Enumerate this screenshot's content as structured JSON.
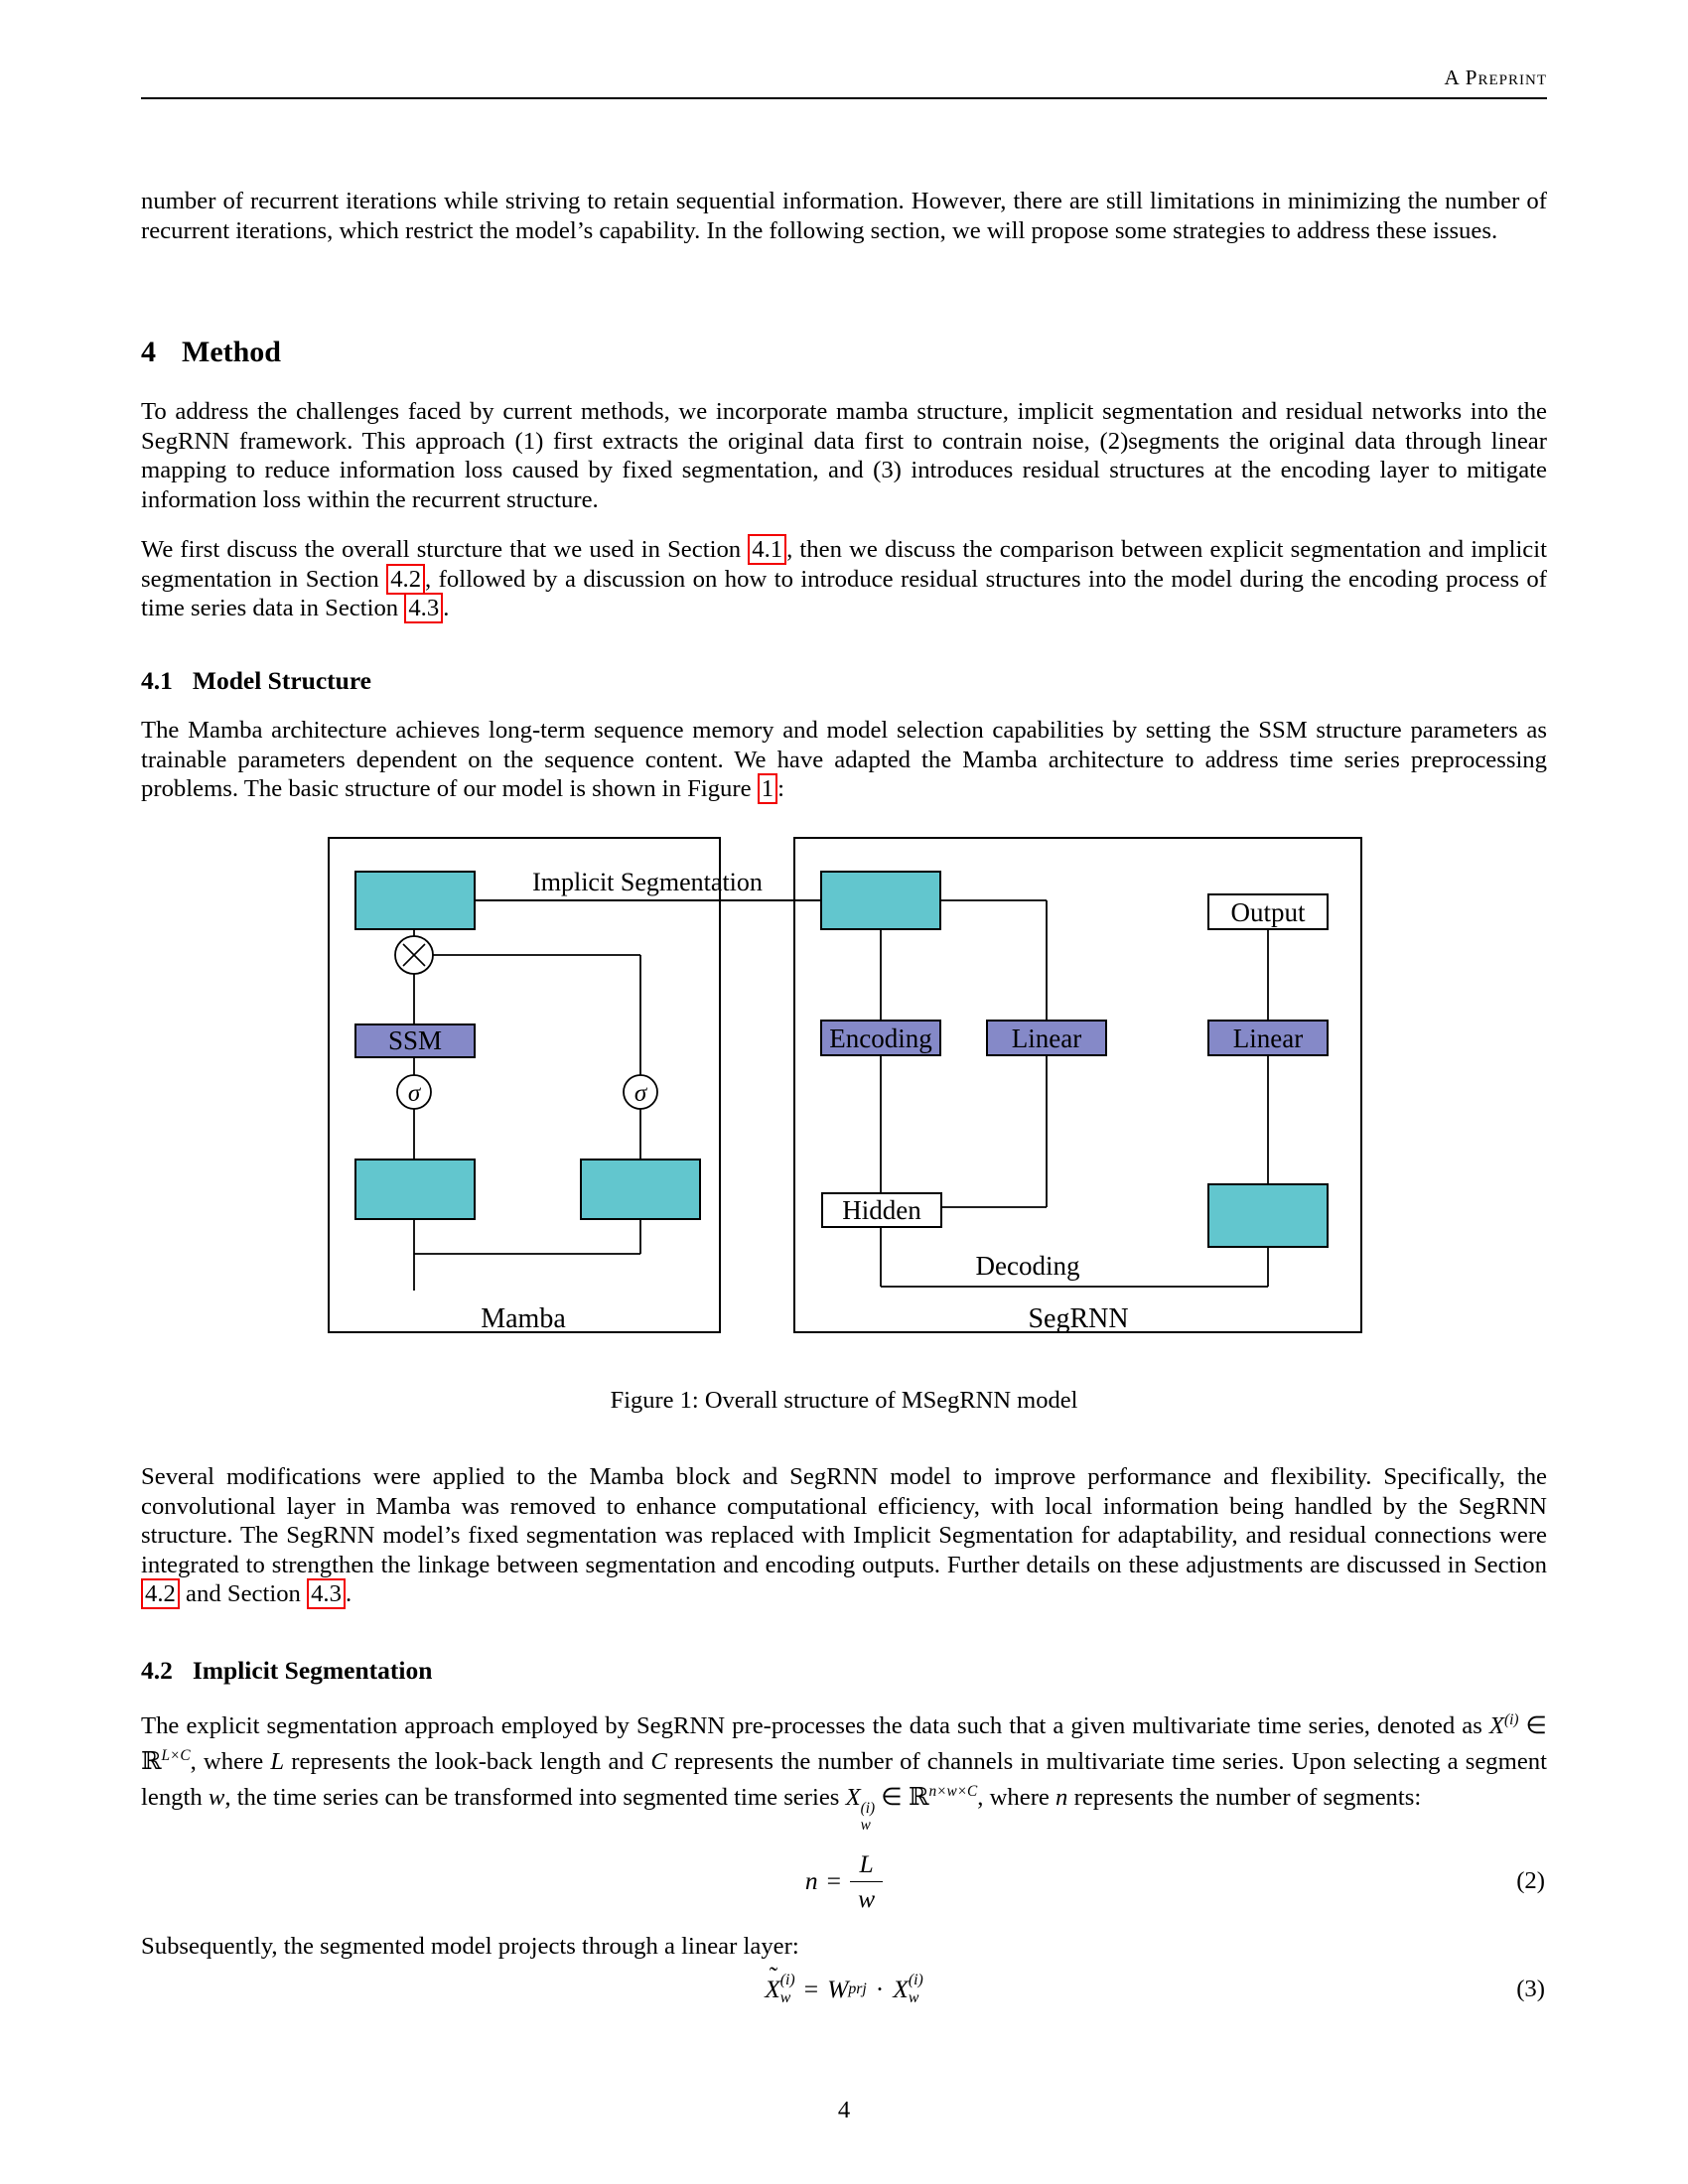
{
  "header": {
    "preprint_label": "A Preprint",
    "page_number": "4"
  },
  "headings": {
    "method": {
      "number": "4",
      "title": "Method"
    },
    "model_structure": {
      "number": "4.1",
      "title": "Model Structure"
    },
    "implicit_segmentation": {
      "number": "4.2",
      "title": "Implicit Segmentation"
    }
  },
  "paragraphs": {
    "p1": "number of recurrent iterations while striving to retain sequential information. However, there are still limitations in minimizing the number of recurrent iterations, which restrict the model’s capability. In the following section, we will propose some strategies to address these issues.",
    "p2": "To address the challenges faced by current methods, we incorporate mamba structure, implicit segmentation and residual networks into the SegRNN framework. This approach (1) first extracts the original data first to contrain noise, (2)segments the original data through linear mapping to reduce information loss caused by fixed segmentation, and (3) introduces residual structures at the encoding layer to mitigate information loss within the recurrent structure.",
    "p3": {
      "t1": "We first discuss the overall sturcture that we used in Section ",
      "ref1": "4.1",
      "t2": ", then we discuss the comparison between explicit segmentation and implicit segmentation in Section ",
      "ref2": "4.2",
      "t3": ", followed by a discussion on how to introduce residual structures into the model during the encoding process of time series data in Section ",
      "ref3": "4.3",
      "t4": "."
    },
    "p4": {
      "t1": "The Mamba architecture achieves long-term sequence memory and model selection capabilities by setting the SSM structure parameters as trainable parameters dependent on the sequence content.  We have adapted the Mamba architecture to address time series preprocessing problems. The basic structure of our model is shown in Figure ",
      "ref": "1",
      "t2": ":"
    },
    "p5": {
      "t1": "Several modifications were applied to the Mamba block and SegRNN model to improve performance and flexibility. Specifically, the convolutional layer in Mamba was removed to enhance computational efficiency, with local information being handled by the SegRNN structure.  The SegRNN model’s fixed segmentation was replaced with Implicit Segmentation for adaptability, and residual connections were integrated to strengthen the linkage between segmentation and encoding outputs. Further details on these adjustments are discussed in Section ",
      "ref1": "4.2",
      "t2": " and Section ",
      "ref2": "4.3",
      "t3": "."
    },
    "p6": {
      "t1": "The explicit segmentation approach employed by SegRNN pre-processes the data such that a given multivariate time series, denoted as ",
      "m1_base": "X",
      "m1_sup": "(i)",
      "m1_in": " ∈ ",
      "m1_set": "ℝ",
      "m1_set_sup": "L×C",
      "t2": ", where ",
      "var_L": "L",
      "t3": " represents the look-back length and ",
      "var_C": "C",
      "t4": " represents the number of channels in multivariate time series. Upon selecting a segment length ",
      "var_w": "w",
      "t5": ", the time series can be transformed into segmented time series ",
      "m2_base": "X",
      "m2_sup": "(i)",
      "m2_sub": "w",
      "m2_in": " ∈ ",
      "m2_set": "ℝ",
      "m2_set_sup": "n×w×C",
      "t6": ", where ",
      "var_n": "n",
      "t7": " represents the number of segments:"
    },
    "p7": "Subsequently, the segmented model projects through a linear layer:"
  },
  "figure": {
    "caption": "Figure 1: Overall structure of MSegRNN model",
    "labels": {
      "implicit_segmentation": "Implicit Segmentation",
      "mamba": "Mamba",
      "segrnn": "SegRNN",
      "ssm": "SSM",
      "sigma_left": "σ",
      "sigma_right": "σ",
      "encoding": "Encoding",
      "linear_mid": "Linear",
      "linear_right": "Linear",
      "hidden": "Hidden",
      "output": "Output",
      "decoding": "Decoding"
    },
    "colors": {
      "teal": "#62c6ce",
      "purple": "#8589c8",
      "stroke": "#000000",
      "white": "#ffffff"
    }
  },
  "equations": {
    "eq2": {
      "lhs": "n",
      "equals": "=",
      "numerator": "L",
      "denominator": "w",
      "number": "(2)"
    },
    "eq3": {
      "tilde": "˜",
      "lhs_base": "X",
      "lhs_sup": "(i)",
      "lhs_sub": "w",
      "equals": "=",
      "weight": "W",
      "weight_sub": "prj",
      "dot": "·",
      "rhs_base": "X",
      "rhs_sup": "(i)",
      "rhs_sub": "w",
      "number": "(3)"
    }
  }
}
